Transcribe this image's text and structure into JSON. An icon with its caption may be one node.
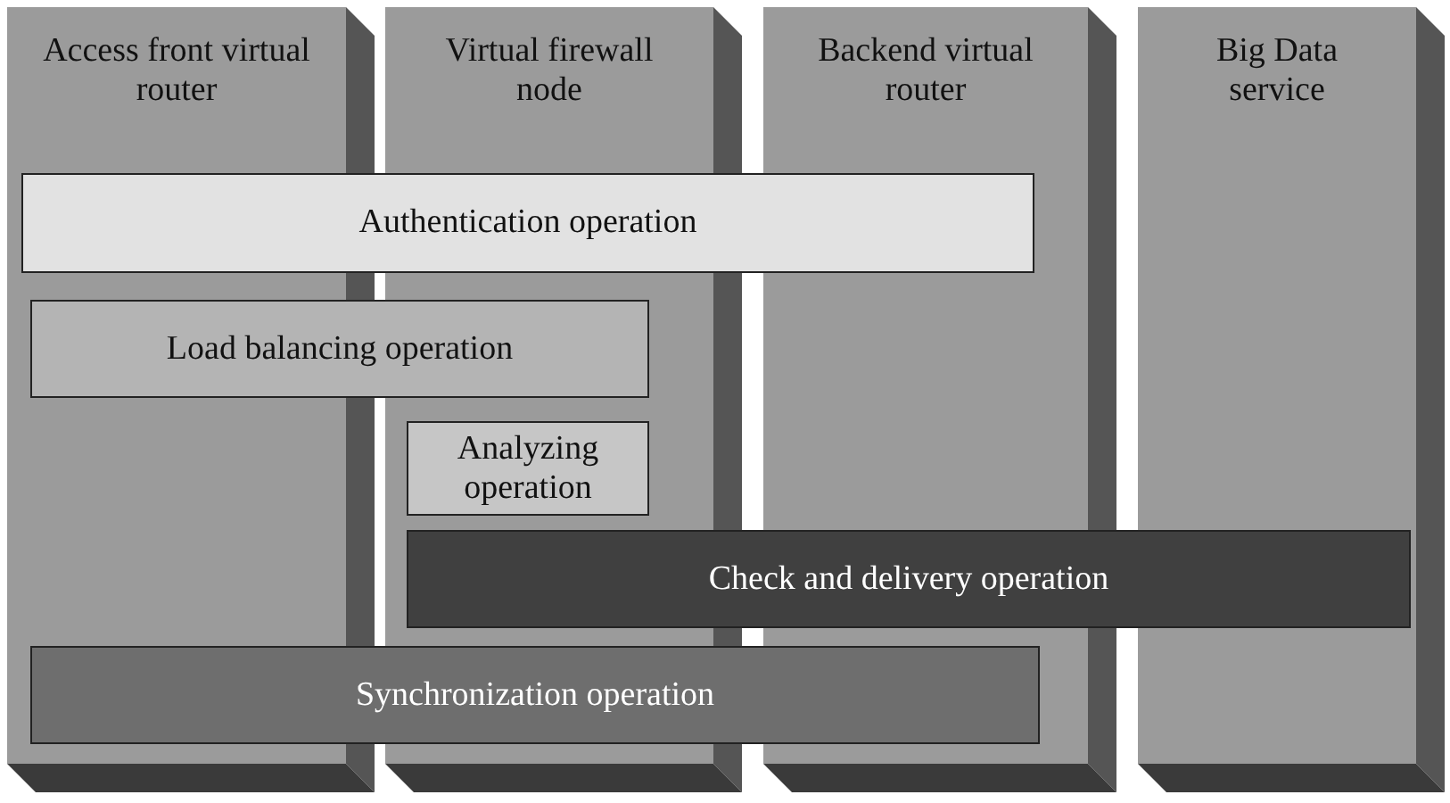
{
  "diagram": {
    "nodes": [
      {
        "text": [
          "Access front virtual router"
        ]
      },
      {
        "text": [
          "Virtual firewall node"
        ]
      },
      {
        "text": [
          "Backend virtual router"
        ]
      },
      {
        "text": [
          "Big Data service"
        ]
      },
      {
        "text": [
          "Authentication operation"
        ]
      },
      {
        "text": [
          "Load balancing operation"
        ]
      },
      {
        "text": [
          "Analyzing operation"
        ],
        "in": 1
      },
      {
        "text": [
          "Check and delivery operation"
        ]
      },
      {
        "text": [
          "Synchronization operation"
        ]
      }
    ],
    "edges": []
  }
}
